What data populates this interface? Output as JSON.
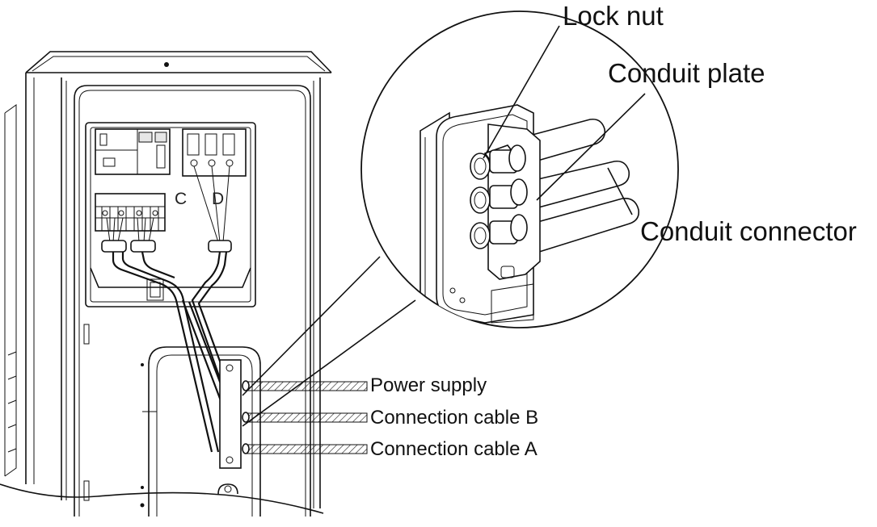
{
  "labels": {
    "lock_nut": "Lock nut",
    "conduit_plate": "Conduit plate",
    "conduit_connector": "Conduit connector",
    "power_supply": "Power supply",
    "connection_cable_b": "Connection cable B",
    "connection_cable_a": "Connection cable A"
  },
  "panel_letters": {
    "c": "C",
    "d": "D"
  },
  "colors": {
    "line": "#111111",
    "background": "#ffffff"
  }
}
